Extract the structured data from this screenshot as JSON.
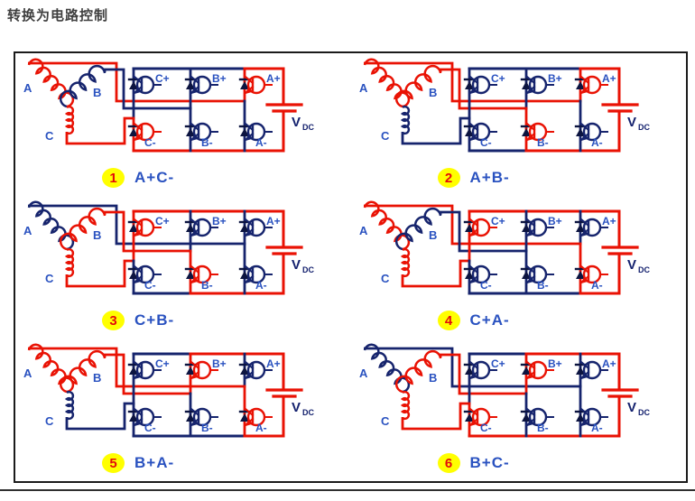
{
  "title": "转换为电路控制",
  "colors": {
    "active": "#e91204",
    "inactive": "#16246d",
    "label_blue": "#2a52c0",
    "vdc_blue": "#14216e",
    "diode_dark": "#0c1440",
    "badge_yellow": "#ffff00",
    "badge_number_red": "#e30b0b"
  },
  "phase_labels": {
    "A": "A",
    "B": "B",
    "C": "C"
  },
  "switch_labels": {
    "C_plus": "C+",
    "B_plus": "B+",
    "A_plus": "A+",
    "C_minus": "C-",
    "B_minus": "B-",
    "A_minus": "A-"
  },
  "vdc_label": {
    "v": "V",
    "sub": "DC"
  },
  "circuits": [
    {
      "number": "1",
      "label": "A+C-",
      "plus": "A",
      "minus": "C"
    },
    {
      "number": "2",
      "label": "A+B-",
      "plus": "A",
      "minus": "B"
    },
    {
      "number": "3",
      "label": "C+B-",
      "plus": "C",
      "minus": "B"
    },
    {
      "number": "4",
      "label": "C+A-",
      "plus": "C",
      "minus": "A"
    },
    {
      "number": "5",
      "label": "B+A-",
      "plus": "B",
      "minus": "A"
    },
    {
      "number": "6",
      "label": "B+C-",
      "plus": "B",
      "minus": "C"
    }
  ]
}
